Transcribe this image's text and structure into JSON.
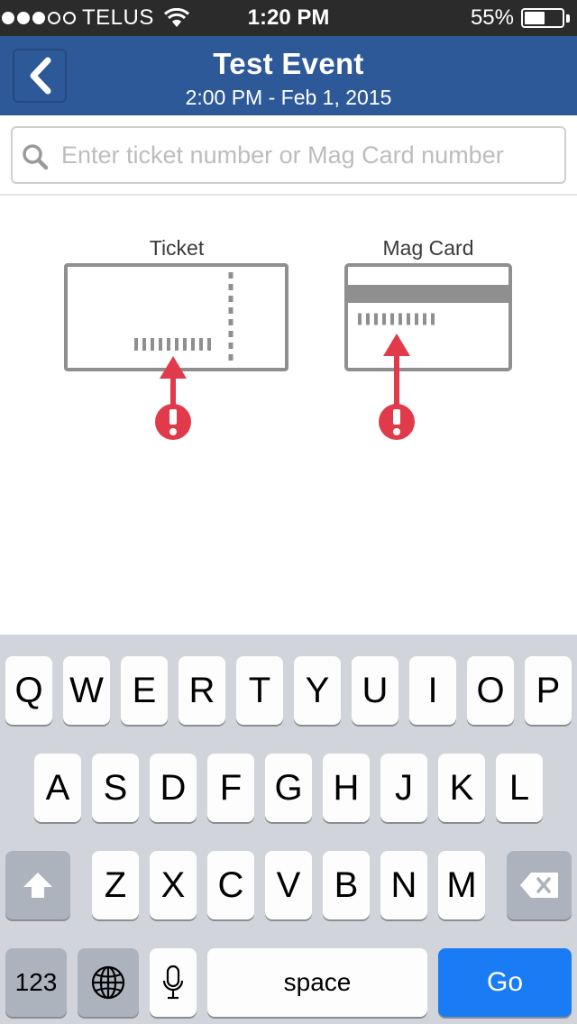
{
  "status_bar": {
    "carrier": "TELUS",
    "time": "1:20 PM",
    "battery_percent": "55%",
    "battery_level": 0.55,
    "signal_bars_filled": 3,
    "signal_bars_total": 5
  },
  "nav": {
    "title": "Test Event",
    "subtitle": "2:00 PM - Feb 1, 2015",
    "back_icon": "chevron-left-icon",
    "bar_color": "#2d5998"
  },
  "search": {
    "placeholder": "Enter ticket number or Mag Card number",
    "value": "",
    "icon": "search-icon"
  },
  "illustrations": {
    "ticket_label": "Ticket",
    "magcard_label": "Mag Card",
    "alert_color": "#e03a4b"
  },
  "keyboard": {
    "row1": [
      "Q",
      "W",
      "E",
      "R",
      "T",
      "Y",
      "U",
      "I",
      "O",
      "P"
    ],
    "row2": [
      "A",
      "S",
      "D",
      "F",
      "G",
      "H",
      "J",
      "K",
      "L"
    ],
    "row3": [
      "Z",
      "X",
      "C",
      "V",
      "B",
      "N",
      "M"
    ],
    "numbers_label": "123",
    "space_label": "space",
    "go_label": "Go",
    "go_color": "#1a7cf5"
  }
}
